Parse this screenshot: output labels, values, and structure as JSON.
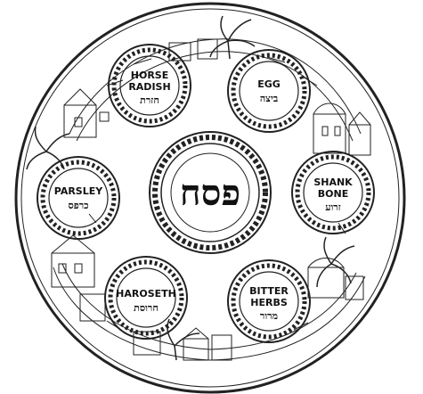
{
  "center": {
    "hebrew": "פסח"
  },
  "items": {
    "horseradish": {
      "english_1": "HORSE",
      "english_2": "RADISH",
      "hebrew": "חזרת"
    },
    "egg": {
      "english_1": "EGG",
      "hebrew": "ביצה"
    },
    "parsley": {
      "english_1": "PARSLEY",
      "hebrew": "כרפס"
    },
    "shankbone": {
      "english_1": "SHANK",
      "english_2": "BONE",
      "hebrew": "זרוע"
    },
    "haroseth": {
      "english_1": "HAROSETH",
      "hebrew": "חרוסת"
    },
    "bitterherbs": {
      "english_1": "BITTER",
      "english_2": "HERBS",
      "hebrew": "מרור"
    }
  },
  "colors": {
    "ink": "#222222",
    "paper": "#ffffff"
  }
}
